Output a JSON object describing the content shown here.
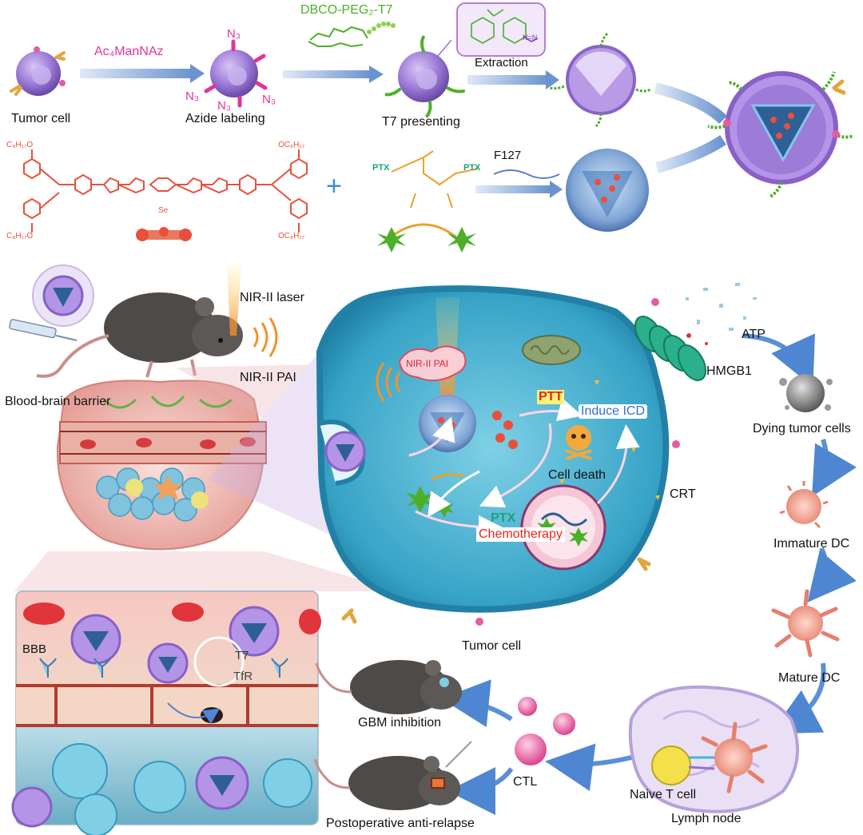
{
  "colors": {
    "magenta": "#e0359a",
    "green": "#4caf28",
    "red_molecule": "#e8503c",
    "ptx_teal": "#1aa37a",
    "azide_text": "#e0359a",
    "cell_blue": "#3aa6c9",
    "cell_membrane": "#9b6fd0",
    "arrow_blue": "#5b8fd6",
    "ptt_red": "#e8251c",
    "chemo_red": "#e8251c",
    "icd_blue": "#2f6fd6",
    "nir_laser": "#f0932b"
  },
  "top_row": {
    "tumor_cell": "Tumor cell",
    "step1_reagent": "Ac₄ManNAz",
    "azide_labeling": "Azide labeling",
    "n3": "N₃",
    "step2_reagent": "DBCO-PEG₂-T7",
    "t7_presenting": "T7 presenting",
    "extraction": "Extraction",
    "f127": "F127"
  },
  "chem": {
    "c8": "C₈H₁₇O",
    "oc8": "OC₈H₁₇",
    "se": "Se",
    "ptx": "PTX",
    "n_eq_n": "N=N"
  },
  "left_panel": {
    "nir_laser": "NIR-II laser",
    "nir_pai": "NIR-II PAI",
    "bbb_title": "Blood-brain barrier",
    "bbb": "BBB",
    "t7": "T7",
    "tfr": "TfR"
  },
  "center_cell": {
    "nir_pai": "NIR-II PAI",
    "ptt": "PTT",
    "induce_icd": "Induce ICD",
    "cell_death": "Cell death",
    "ptx": "PTX",
    "chemo": "Chemotherapy",
    "crt": "CRT",
    "tumor_cell": "Tumor cell"
  },
  "right_flow": {
    "atp": "ATP",
    "hmgb1": "HMGB1",
    "dying": "Dying tumor cells",
    "immature": "Immature DC",
    "mature": "Mature DC",
    "naive": "Naive T cell",
    "lymph": "Lymph node",
    "ctl": "CTL",
    "gbm": "GBM inhibition",
    "postop": "Postoperative anti-relapse"
  }
}
